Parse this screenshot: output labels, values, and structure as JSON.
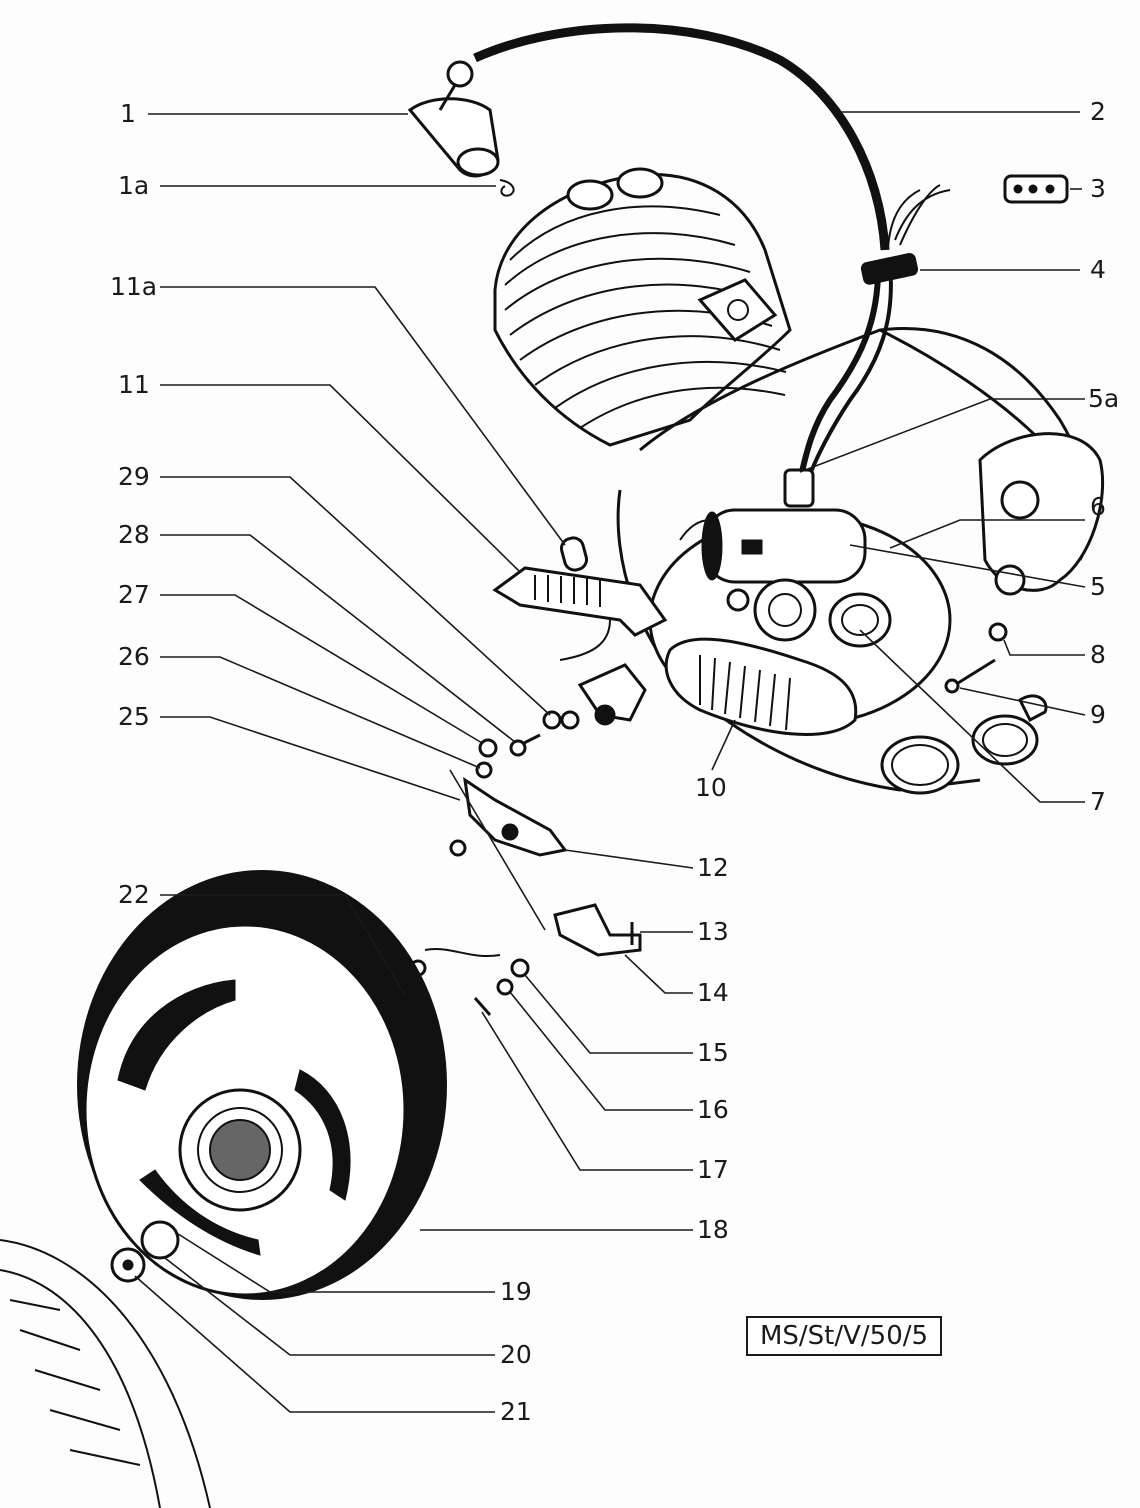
{
  "diagram": {
    "drawing_code": "MS/St/V/50/5",
    "callouts": [
      {
        "id": "c1",
        "label": "1"
      },
      {
        "id": "c1a",
        "label": "1a"
      },
      {
        "id": "c2",
        "label": "2"
      },
      {
        "id": "c3",
        "label": "3"
      },
      {
        "id": "c4",
        "label": "4"
      },
      {
        "id": "c5a",
        "label": "5a"
      },
      {
        "id": "c6",
        "label": "6"
      },
      {
        "id": "c5",
        "label": "5"
      },
      {
        "id": "c8",
        "label": "8"
      },
      {
        "id": "c9",
        "label": "9"
      },
      {
        "id": "c7",
        "label": "7"
      },
      {
        "id": "c10",
        "label": "10"
      },
      {
        "id": "c11a",
        "label": "11a"
      },
      {
        "id": "c11",
        "label": "11"
      },
      {
        "id": "c29",
        "label": "29"
      },
      {
        "id": "c28",
        "label": "28"
      },
      {
        "id": "c27",
        "label": "27"
      },
      {
        "id": "c26",
        "label": "26"
      },
      {
        "id": "c25",
        "label": "25"
      },
      {
        "id": "c12",
        "label": "12"
      },
      {
        "id": "c13",
        "label": "13"
      },
      {
        "id": "c14",
        "label": "14"
      },
      {
        "id": "c15",
        "label": "15"
      },
      {
        "id": "c16",
        "label": "16"
      },
      {
        "id": "c17",
        "label": "17"
      },
      {
        "id": "c18",
        "label": "18"
      },
      {
        "id": "c22",
        "label": "22"
      },
      {
        "id": "c19",
        "label": "19"
      },
      {
        "id": "c20",
        "label": "20"
      },
      {
        "id": "c21",
        "label": "21"
      }
    ]
  }
}
